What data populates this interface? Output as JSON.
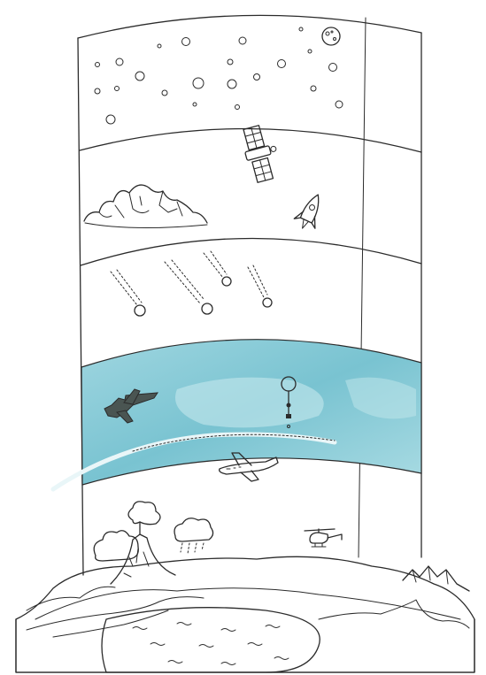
{
  "illustration": {
    "layers": [
      {
        "id": "exosphere",
        "contents": [
          "asteroid-icons",
          "moon-icon"
        ]
      },
      {
        "id": "thermosphere",
        "contents": [
          "satellite-icon",
          "aurora-icon",
          "rocket-icon"
        ]
      },
      {
        "id": "mesosphere",
        "contents": [
          "meteor-icons"
        ]
      },
      {
        "id": "stratosphere",
        "fill": "#8fcfd9",
        "contents": [
          "jet-plane-icon",
          "weather-balloon-icon"
        ]
      },
      {
        "id": "troposphere",
        "contents": [
          "airplane-icon",
          "volcano-icon",
          "cloud-icons",
          "helicopter-icon"
        ]
      }
    ],
    "ground": {
      "contents": [
        "terrain-block",
        "river",
        "lake",
        "mountains-icon"
      ]
    },
    "colors": {
      "ink": "#2b2b2b",
      "stratosphere": "#8fcfd9",
      "jet": "#4a5552"
    }
  }
}
